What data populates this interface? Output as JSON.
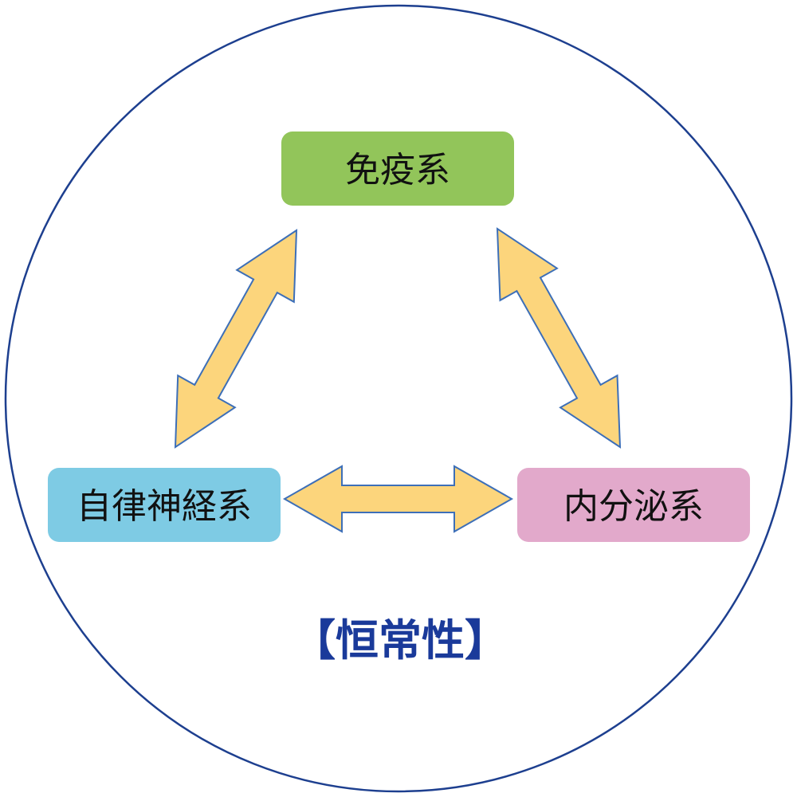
{
  "colors": {
    "circle_stroke": "#1d3f8f",
    "arrow_fill": "#fcd57c",
    "arrow_stroke": "#3d6fb8",
    "caption_text": "#1a3a9a",
    "text": "#111111"
  },
  "nodes": {
    "immune": {
      "label": "免疫系",
      "color": "#92c55a"
    },
    "autonomic": {
      "label": "自律神経系",
      "color": "#7ecbe4"
    },
    "endocrine": {
      "label": "内分泌系",
      "color": "#e2a9cb"
    }
  },
  "relations": [
    {
      "from": "immune",
      "to": "autonomic",
      "type": "bidirectional"
    },
    {
      "from": "immune",
      "to": "endocrine",
      "type": "bidirectional"
    },
    {
      "from": "autonomic",
      "to": "endocrine",
      "type": "bidirectional"
    }
  ],
  "caption": {
    "label": "【恒常性】"
  }
}
